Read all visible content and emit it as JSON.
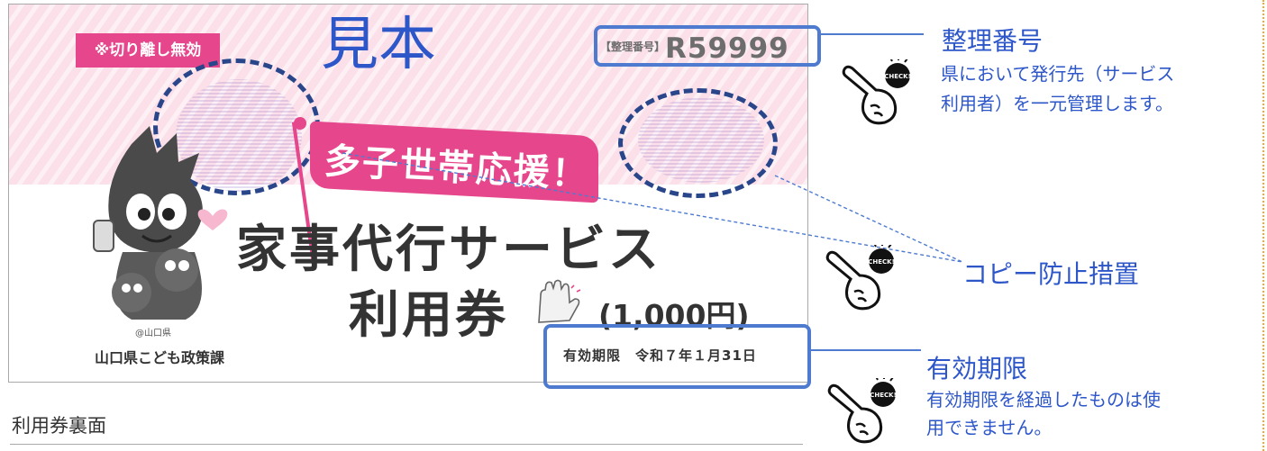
{
  "coupon": {
    "no_detach_badge": "※切り離し無効",
    "sample_mark": "見本",
    "serial_label": "【整理番号】",
    "serial_number": "R59999",
    "banner_text": "多子世帯応援！",
    "title_line1": "家事代行サービス",
    "title_line2": "利用券",
    "price": "(1,000円)",
    "mascot_copyright": "@山口県",
    "department": "山口県こども政策課",
    "expiry": "有効期限　令和７年１月31日",
    "accent_pink": "#e6468b",
    "band_pink": "#fbdfe9"
  },
  "back_side_label": "利用券裏面",
  "annotations": {
    "serial": {
      "heading": "整理番号",
      "lines": [
        "県において発行先（サービス",
        "利用者）を一元管理します。"
      ]
    },
    "copy_protection": {
      "heading": "コピー防止措置"
    },
    "expiry": {
      "heading": "有効期限",
      "lines": [
        "有効期限を経過したものは使",
        "用できません。"
      ]
    },
    "check_badge": "CHECK!",
    "accent_blue": "#2d56c9",
    "icon": "pointing-hand-check-icon"
  }
}
